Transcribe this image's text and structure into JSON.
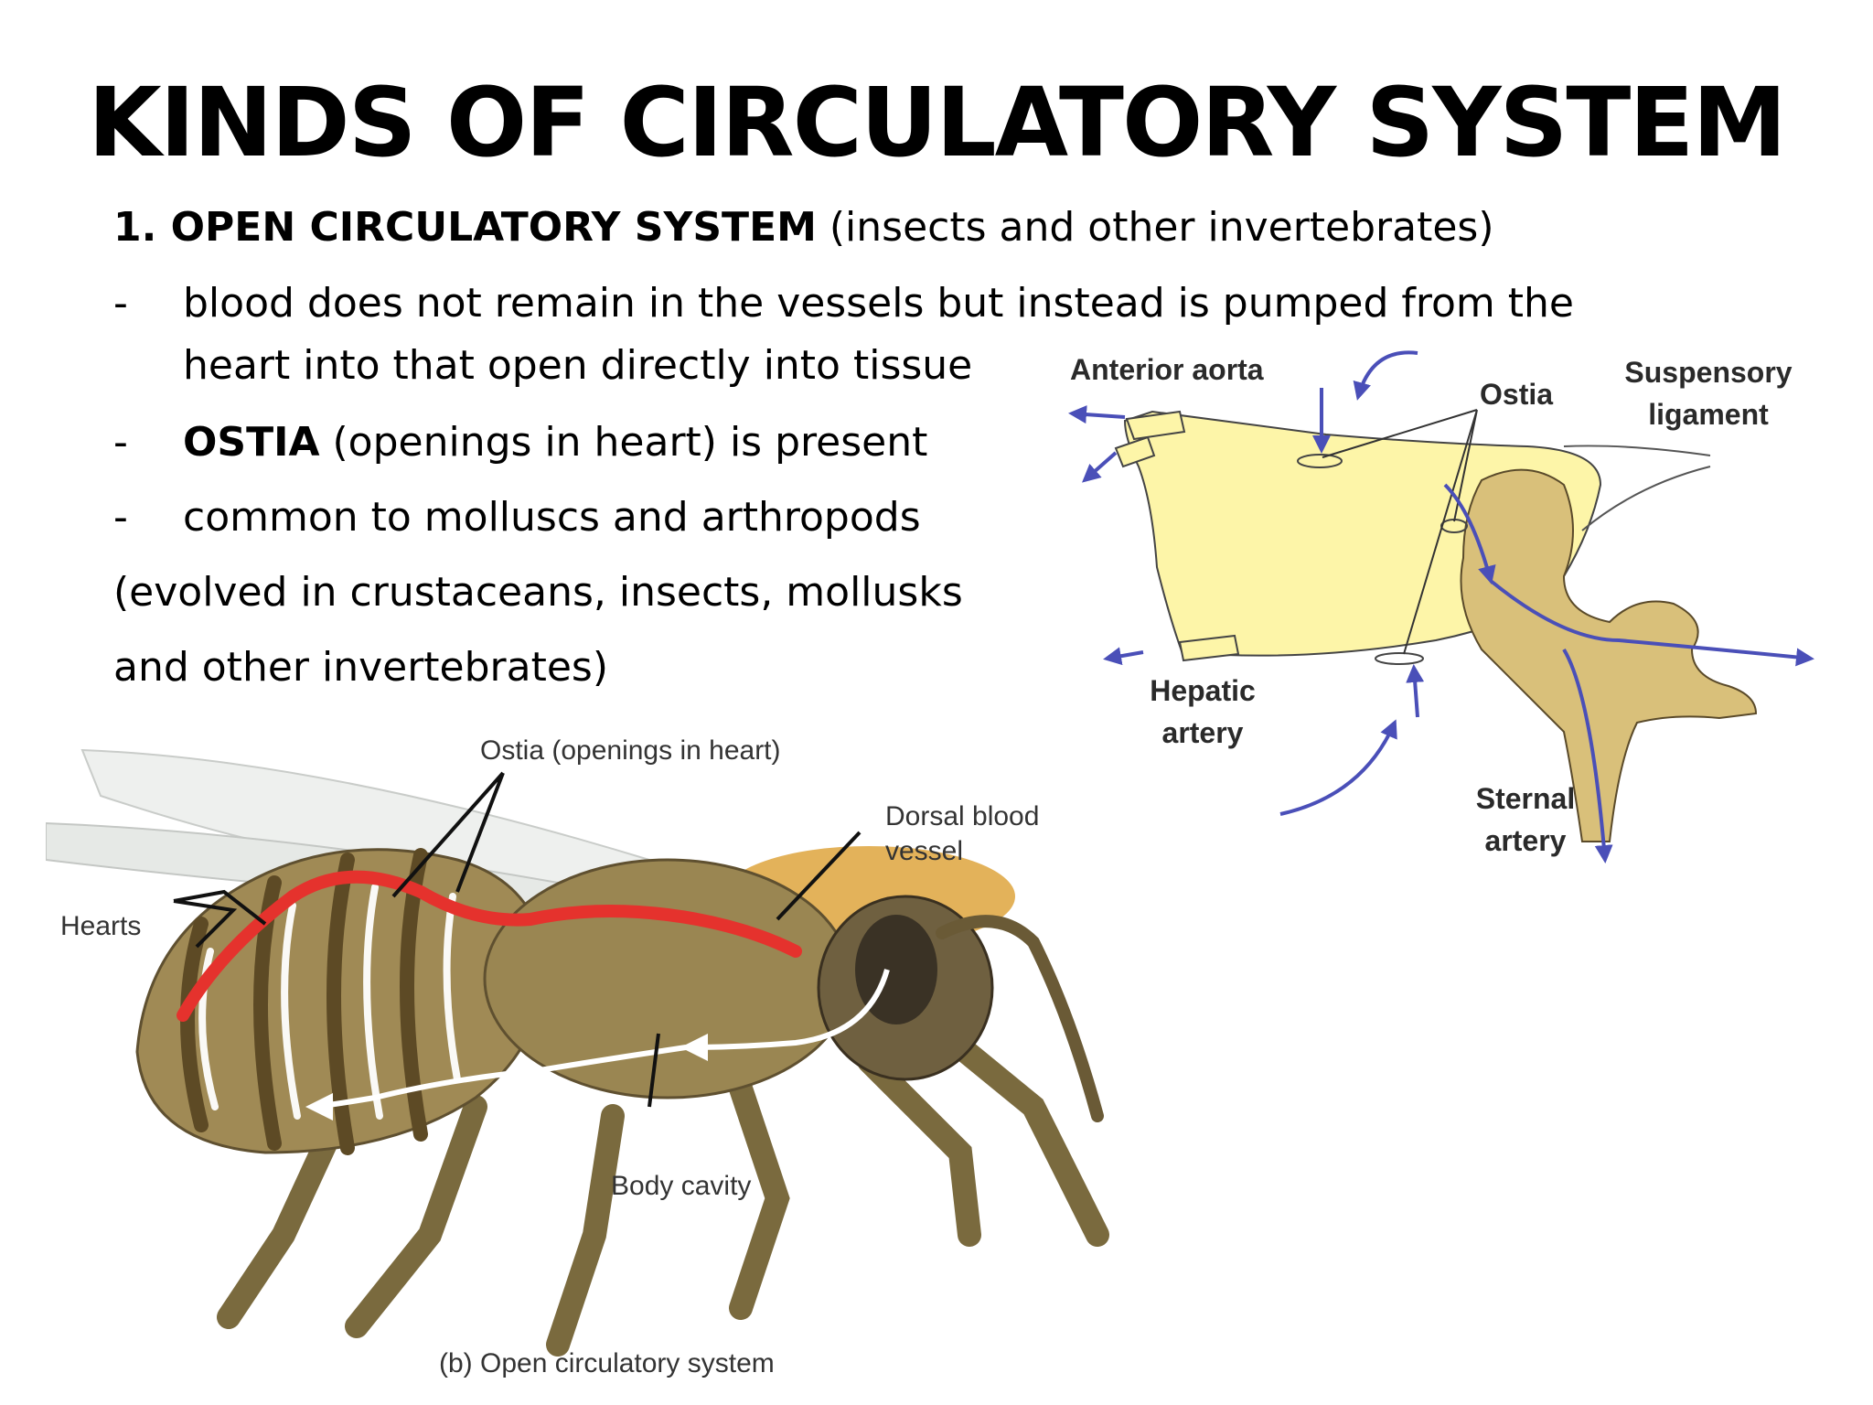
{
  "slide": {
    "title": "KINDS OF CIRCULATORY SYSTEM",
    "heading": {
      "bold": "1. OPEN CIRCULATORY SYSTEM",
      "normal": " (insects and other invertebrates)"
    },
    "bullets": [
      {
        "marker": "-",
        "lines": [
          "blood does not remain in the vessels but instead is pumped from the",
          "heart into  that open directly into tissue"
        ]
      },
      {
        "marker": "-",
        "bold": "OSTIA",
        "normal": " (openings in heart) is present"
      },
      {
        "marker": "-",
        "text": "common to molluscs and arthropods"
      }
    ],
    "note_lines": [
      "(evolved in crustaceans, insects, mollusks",
      "and other invertebrates)"
    ]
  },
  "heart_diagram": {
    "labels": {
      "anterior_aorta": "Anterior aorta",
      "ostia": "Ostia",
      "suspensory_1": "Suspensory",
      "suspensory_2": "ligament",
      "hepatic_1": "Hepatic",
      "hepatic_2": "artery",
      "sternal_1": "Sternal",
      "sternal_2": "artery"
    },
    "colors": {
      "fill": "#fdf5a8",
      "shade": "#d9c07a",
      "arrow": "#4a4fb8"
    }
  },
  "bee_diagram": {
    "labels": {
      "ostia": "Ostia (openings in heart)",
      "dorsal_1": "Dorsal blood",
      "dorsal_2": "vessel",
      "hearts": "Hearts",
      "body_cavity": "Body cavity",
      "caption": "(b) Open circulatory system"
    },
    "colors": {
      "body": "#8a7a4e",
      "vessel": "#e5322d",
      "flow": "#ffffff"
    }
  }
}
